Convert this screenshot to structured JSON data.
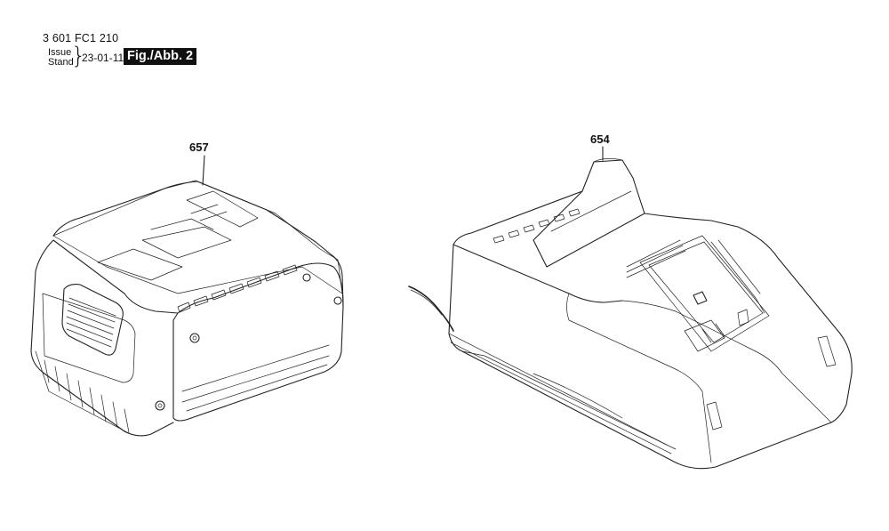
{
  "header": {
    "part_number": "3 601 FC1 210",
    "issue_label": "Issue",
    "stand_label": "Stand",
    "brace": "}",
    "date": "23-01-11",
    "figure_label": "Fig./Abb. 2"
  },
  "callouts": {
    "battery": "657",
    "charger": "654"
  }
}
